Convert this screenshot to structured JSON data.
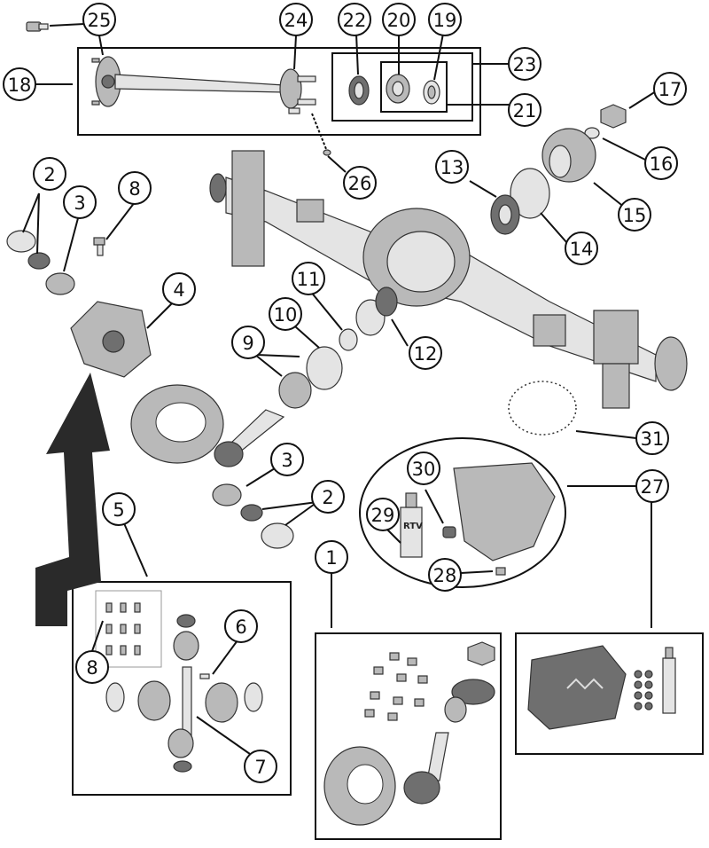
{
  "callouts": {
    "c1": "1",
    "c2a": "2",
    "c2b": "2",
    "c3a": "3",
    "c3b": "3",
    "c4": "4",
    "c5": "5",
    "c6": "6",
    "c7": "7",
    "c8a": "8",
    "c8b": "8",
    "c9": "9",
    "c10": "10",
    "c11": "11",
    "c12": "12",
    "c13": "13",
    "c14": "14",
    "c15": "15",
    "c16": "16",
    "c17": "17",
    "c18": "18",
    "c19": "19",
    "c20": "20",
    "c21": "21",
    "c22": "22",
    "c23": "23",
    "c24": "24",
    "c25": "25",
    "c26": "26",
    "c27": "27",
    "c28": "28",
    "c29": "29",
    "c30": "30",
    "c31": "31"
  },
  "labels": {
    "rtv_tube": "RTV"
  },
  "colors": {
    "line": "#111111",
    "part_fill": "#b9b9b9",
    "part_light": "#e4e4e4",
    "part_dark": "#6f6f6f",
    "arrow": "#2a2a2a"
  }
}
